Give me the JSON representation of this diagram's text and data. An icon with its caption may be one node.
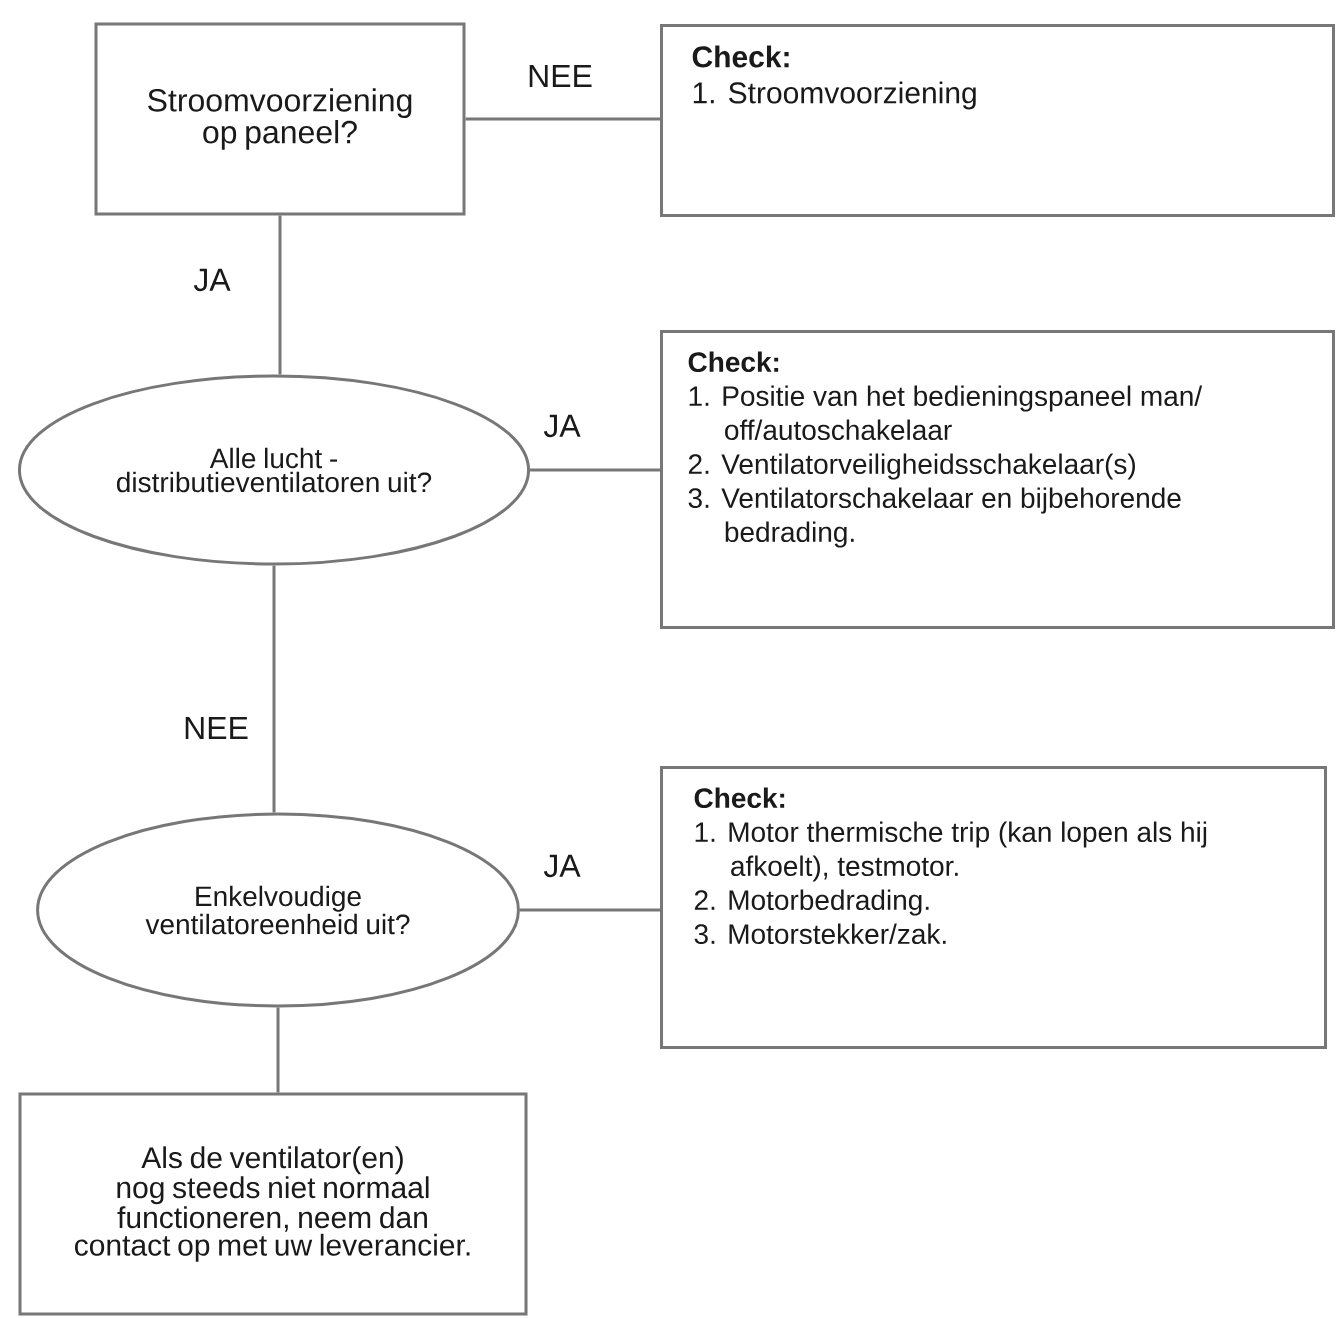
{
  "diagram": {
    "nodes": [
      {
        "text": [
          "Stroomvoorziening op paneel?"
        ]
      },
      {
        "text": [
          "Check:",
          "1. Stroomvoorziening"
        ]
      },
      {
        "text": [
          "Alle lucht -distributieventilatoren uit?"
        ]
      },
      {
        "text": [
          "Check:",
          "1. Positie van het bedieningspaneel man/ off/autoschakelaar",
          "2. Ventilatorveiligheidsschakelaar(s)",
          "3. Ventilatorschakelaar en bijbehorende bedrading."
        ]
      },
      {
        "text": [
          "Enkelvoudige ventilatoreenheid uit?"
        ]
      },
      {
        "text": [
          "Check:",
          "1. Motor thermische trip (kan lopen als hij afkoelt), testmotor.",
          "2. Motorbedrading.",
          "3. Motorstekker/zak."
        ]
      },
      {
        "text": [
          "Als de ventilator(en) nog steeds niet normaal functioneren, neem dan contact op met uw leverancier."
        ]
      }
    ],
    "edges": [
      {
        "from": 0,
        "to": 1,
        "arrow": "none",
        "label": "NEE"
      },
      {
        "from": 0,
        "to": 2,
        "arrow": "none",
        "label": "JA"
      },
      {
        "from": 2,
        "to": 3,
        "arrow": "none",
        "label": "JA"
      },
      {
        "from": 2,
        "to": 4,
        "arrow": "none",
        "label": "NEE"
      },
      {
        "from": 4,
        "to": 5,
        "arrow": "none",
        "label": "JA"
      },
      {
        "from": 4,
        "to": 6,
        "arrow": "none"
      }
    ]
  }
}
